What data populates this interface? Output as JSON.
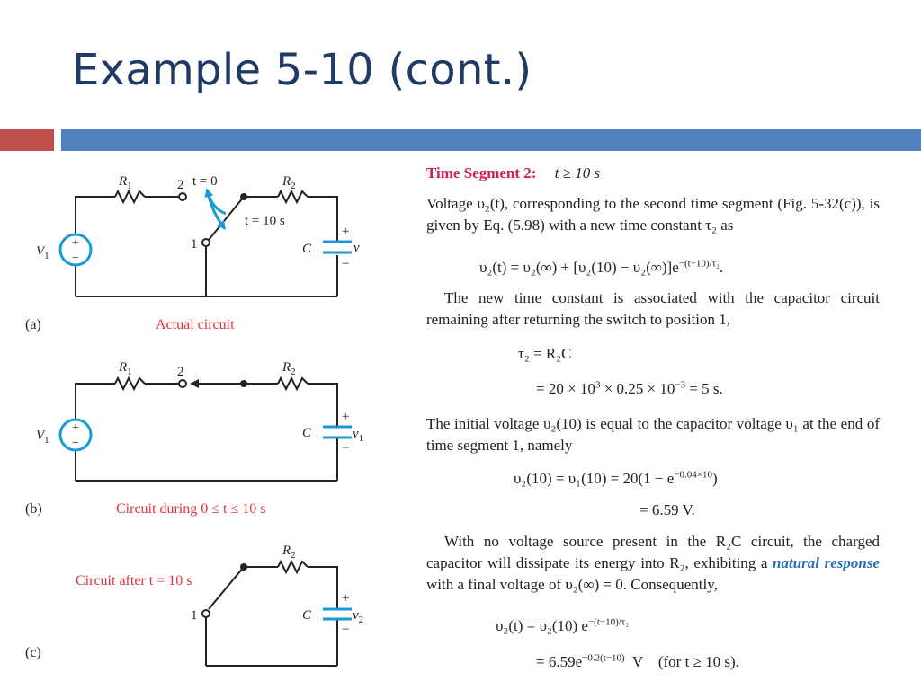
{
  "slide": {
    "title": "Example 5-10 (cont.)"
  },
  "colors": {
    "title": "#1f3a64",
    "band_red": "#c0504d",
    "band_blue": "#4f81bd",
    "caption_red": "#e03040",
    "segment_head": "#d0205a",
    "keyword_blue": "#2a6fb8",
    "switch_arrow": "#1a9ad6"
  },
  "figures": {
    "a": {
      "tag": "(a)",
      "caption": "Actual circuit",
      "switch_open": "t = 0",
      "switch_close": "t = 10 s",
      "node_2": "2",
      "node_1": "1",
      "src": "V",
      "src_sub": "1",
      "r1": "R",
      "r1_sub": "1",
      "r2": "R",
      "r2_sub": "2",
      "cap": "C",
      "volt": "v",
      "plus": "+",
      "minus": "−"
    },
    "b": {
      "tag": "(b)",
      "caption": "Circuit during 0 ≤ t ≤ 10 s",
      "node_2": "2",
      "src": "V",
      "src_sub": "1",
      "r1": "R",
      "r1_sub": "1",
      "r2": "R",
      "r2_sub": "2",
      "cap": "C",
      "volt": "v",
      "volt_sub": "1",
      "plus": "+",
      "minus": "−"
    },
    "c": {
      "tag": "(c)",
      "caption": "Circuit after t = 10 s",
      "node_1": "1",
      "r2": "R",
      "r2_sub": "2",
      "cap": "C",
      "volt": "v",
      "volt_sub": "2",
      "plus": "+",
      "minus": "−"
    }
  },
  "text": {
    "heading_label": "Time Segment 2:",
    "heading_cond": "t ≥ 10 s",
    "p1": "Voltage υ₂(t), corresponding to the second time segment (Fig. 5-32(c)), is given by Eq. (5.98) with a new time constant τ₂ as",
    "eq1_main": "υ₂(t) = υ₂(∞) + [υ₂(10) − υ₂(∞)]e",
    "eq1_sup": "−(t−10)/τ₂",
    "eq1_end": ".",
    "p2": "The new time constant is associated with the capacitor circuit remaining after returning the switch to position 1,",
    "eq2_l1": "τ₂ = R₂C",
    "eq2_l2a": "= 20 × 10",
    "eq2_l2_sup1": "3",
    "eq2_l2b": " × 0.25 × 10",
    "eq2_l2_sup2": "−3",
    "eq2_l2c": " = 5 s.",
    "p3": "The initial voltage υ₂(10) is equal to the capacitor voltage υ₁ at the end of time segment 1, namely",
    "eq3_l1a": "υ₂(10) = υ₁(10) = 20(1 − e",
    "eq3_l1_sup": "−0.04×10",
    "eq3_l1b": ")",
    "eq3_l2": "= 6.59 V.",
    "p4_a": "With no voltage source present in the R₂C circuit, the charged capacitor will dissipate its energy into R₂, exhibiting a ",
    "p4_kw": "natural response",
    "p4_b": " with a final voltage of υ₂(∞) = 0. Consequently,",
    "eq4_l1a": "υ₂(t) = υ₂(10) e",
    "eq4_l1_sup": "−(t−10)/τ₂",
    "eq4_l2a": "= 6.59e",
    "eq4_l2_sup": "−0.2(t−10)",
    "eq4_l2b": "  V    (for t ≥ 10 s)."
  }
}
